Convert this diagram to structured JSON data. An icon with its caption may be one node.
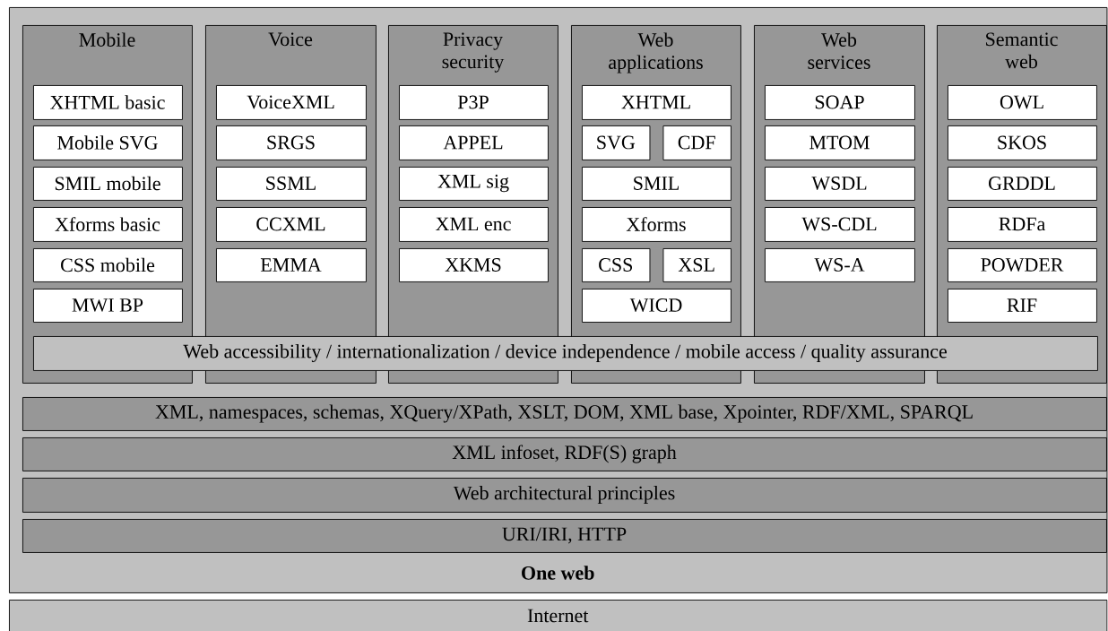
{
  "diagram": {
    "nodes": [
      {
        "text": [
          "One web"
        ]
      },
      {
        "text": [
          "Mobile"
        ],
        "in": 0
      },
      {
        "text": [
          "XHTML basic"
        ],
        "in": 1
      },
      {
        "text": [
          "Mobile SVG"
        ],
        "in": 1
      },
      {
        "text": [
          "SMIL mobile"
        ],
        "in": 1
      },
      {
        "text": [
          "Xforms basic"
        ],
        "in": 1
      },
      {
        "text": [
          "CSS mobile"
        ],
        "in": 1
      },
      {
        "text": [
          "MWI BP"
        ],
        "in": 1
      },
      {
        "text": [
          "Voice"
        ],
        "in": 0
      },
      {
        "text": [
          "VoiceXML"
        ],
        "in": 8
      },
      {
        "text": [
          "SRGS"
        ],
        "in": 8
      },
      {
        "text": [
          "SSML"
        ],
        "in": 8
      },
      {
        "text": [
          "CCXML"
        ],
        "in": 8
      },
      {
        "text": [
          "EMMA"
        ],
        "in": 8
      },
      {
        "text": [
          "Privacy security"
        ],
        "in": 0
      },
      {
        "text": [
          "P3P"
        ],
        "in": 14
      },
      {
        "text": [
          "APPEL"
        ],
        "in": 14
      },
      {
        "text": [
          "XML sig"
        ],
        "in": 14
      },
      {
        "text": [
          "XML enc"
        ],
        "in": 14
      },
      {
        "text": [
          "XKMS"
        ],
        "in": 14
      },
      {
        "text": [
          "Web applications"
        ],
        "in": 0
      },
      {
        "text": [
          "XHTML"
        ],
        "in": 20
      },
      {
        "text": [
          "SVG"
        ],
        "in": 20
      },
      {
        "text": [
          "CDF"
        ],
        "in": 20
      },
      {
        "text": [
          "SMIL"
        ],
        "in": 20
      },
      {
        "text": [
          "Xforms"
        ],
        "in": 20
      },
      {
        "text": [
          "CSS"
        ],
        "in": 20
      },
      {
        "text": [
          "XSL"
        ],
        "in": 20
      },
      {
        "text": [
          "WICD"
        ],
        "in": 20
      },
      {
        "text": [
          "Web services"
        ],
        "in": 0
      },
      {
        "text": [
          "SOAP"
        ],
        "in": 29
      },
      {
        "text": [
          "MTOM"
        ],
        "in": 29
      },
      {
        "text": [
          "WSDL"
        ],
        "in": 29
      },
      {
        "text": [
          "WS-CDL"
        ],
        "in": 29
      },
      {
        "text": [
          "WS-A"
        ],
        "in": 29
      },
      {
        "text": [
          "Semantic web"
        ],
        "in": 0
      },
      {
        "text": [
          "OWL"
        ],
        "in": 35
      },
      {
        "text": [
          "SKOS"
        ],
        "in": 35
      },
      {
        "text": [
          "GRDDL"
        ],
        "in": 35
      },
      {
        "text": [
          "RDFa"
        ],
        "in": 35
      },
      {
        "text": [
          "POWDER"
        ],
        "in": 35
      },
      {
        "text": [
          "RIF"
        ],
        "in": 35
      },
      {
        "text": [
          "Web accessibility / internationalization / device independence / mobile access / quality assurance"
        ],
        "in": 0
      },
      {
        "text": [
          "XML, namespaces, schemas, XQuery/XPath, XSLT, DOM, XML base, Xpointer, RDF/XML, SPARQL"
        ],
        "in": 0
      },
      {
        "text": [
          "XML infoset, RDF(S) graph"
        ],
        "in": 0
      },
      {
        "text": [
          "Web architectural principles"
        ],
        "in": 0
      },
      {
        "text": [
          "URI/IRI, HTTP"
        ],
        "in": 0
      },
      {
        "text": [
          "Internet"
        ]
      }
    ]
  }
}
